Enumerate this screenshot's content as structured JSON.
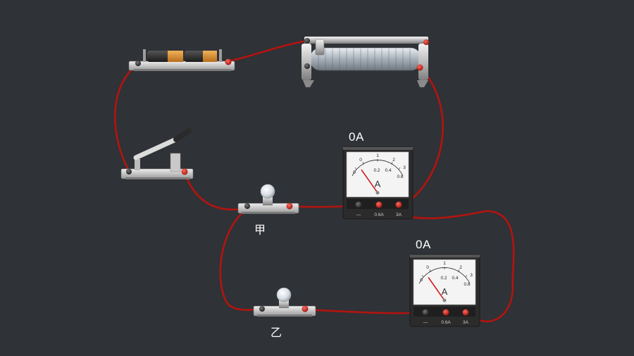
{
  "colors": {
    "background": "#2f3237",
    "wire": "#b3140f",
    "terminal_red": "#d01d16",
    "terminal_black": "#2a2a2a",
    "meter_body": "#2b2b2b",
    "meter_face": "#f4f4f4",
    "needle": "#d41f1f"
  },
  "ammeter_top": {
    "reading": "0A",
    "unit_symbol": "A",
    "scale_outer": [
      "0",
      "1",
      "2",
      "3"
    ],
    "scale_inner": [
      "0",
      "0.2",
      "0.4",
      "0.6"
    ],
    "terminal_labels": [
      "—",
      "0.6A",
      "3A"
    ],
    "needle_value": 0
  },
  "ammeter_bottom": {
    "reading": "0A",
    "unit_symbol": "A",
    "scale_outer": [
      "0",
      "1",
      "2",
      "3"
    ],
    "scale_inner": [
      "0",
      "0.2",
      "0.4",
      "0.6"
    ],
    "terminal_labels": [
      "—",
      "0.6A",
      "3A"
    ],
    "needle_value": 0
  },
  "bulb_jia": {
    "label": "甲"
  },
  "bulb_yi": {
    "label": "乙"
  },
  "components": {
    "battery": "battery-holder-icon",
    "rheostat": "rheostat-icon",
    "switch": "knife-switch-icon",
    "bulb": "bulb-icon",
    "ammeter": "ammeter-icon"
  }
}
